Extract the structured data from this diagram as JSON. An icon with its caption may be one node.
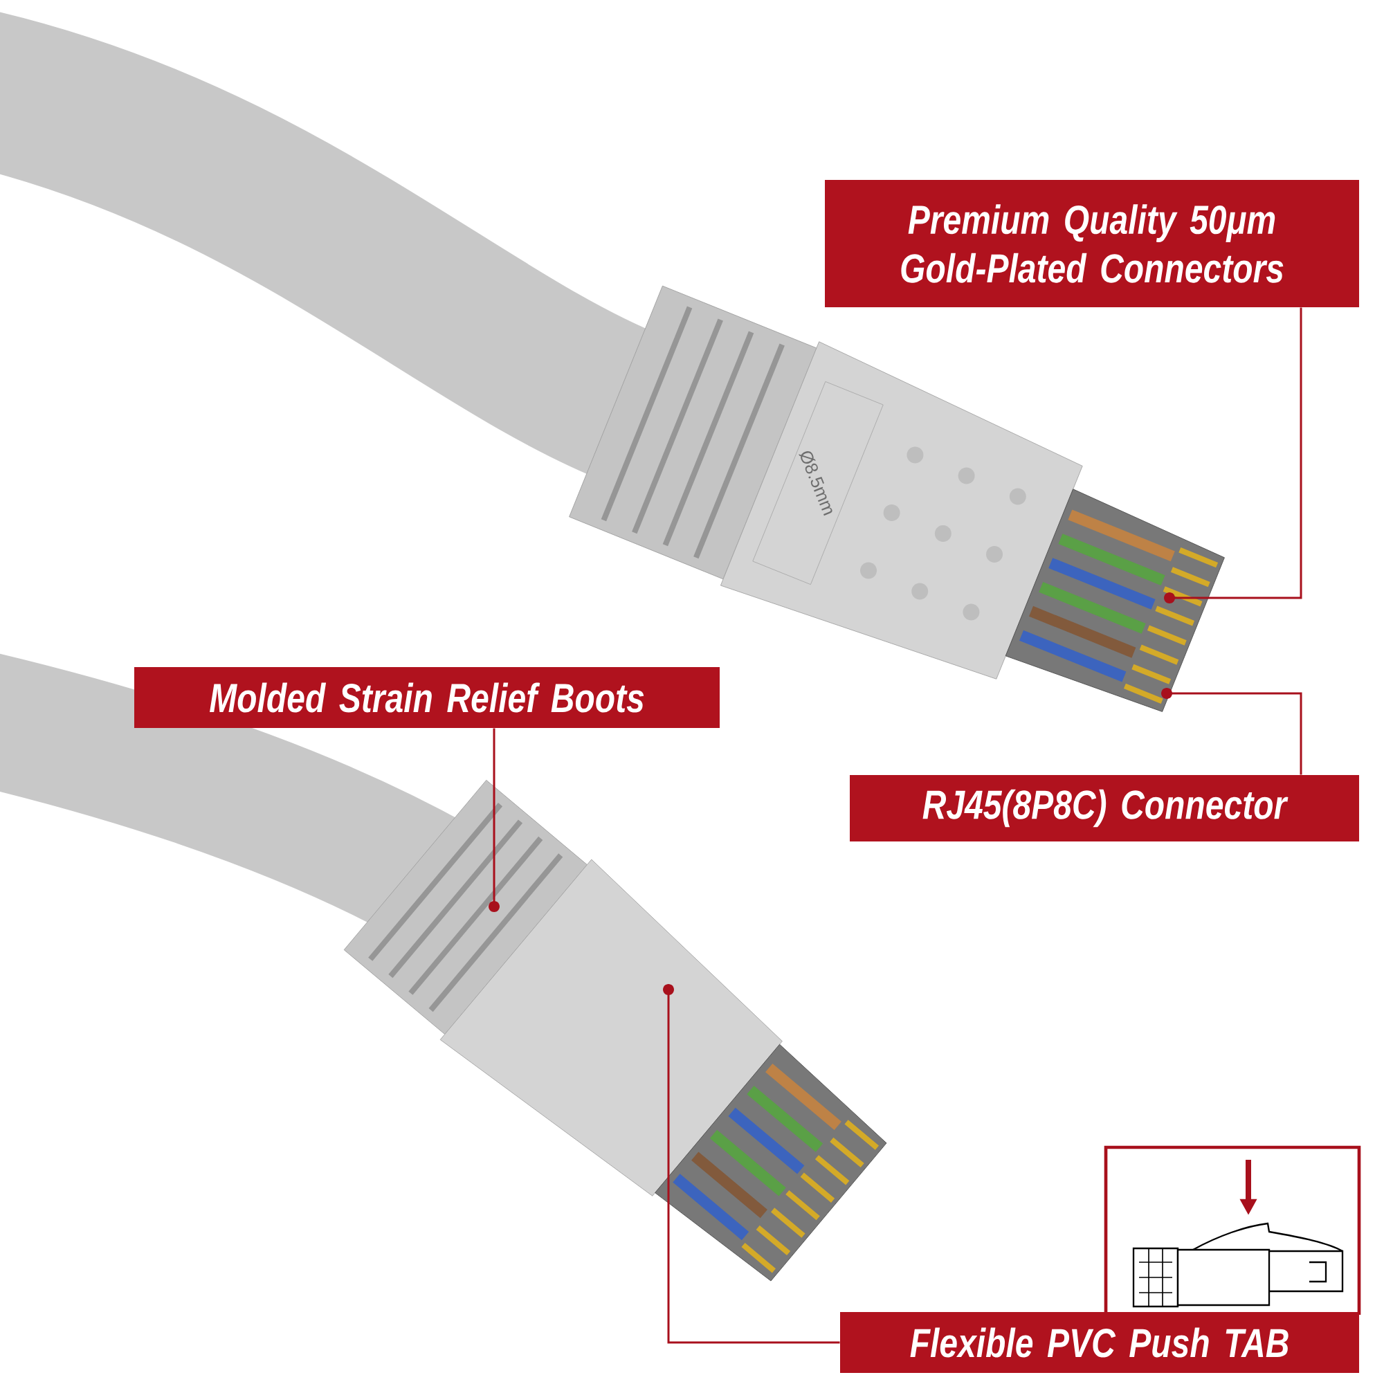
{
  "diagram": {
    "nodes": [
      {
        "text": [
          "Premium Quality 50μm Gold-Plated Connectors"
        ]
      },
      {
        "text": [
          "Molded Strain Relief Boots"
        ]
      },
      {
        "text": [
          "RJ45(8P8C) Connector"
        ]
      },
      {
        "text": [
          "Flexible PVC Push TAB"
        ]
      }
    ],
    "edges": [
      {
        "from": 0,
        "to": null,
        "arrow": "other"
      },
      {
        "from": 2,
        "to": null,
        "arrow": "other"
      },
      {
        "from": 1,
        "to": null,
        "arrow": "other"
      },
      {
        "from": 3,
        "to": null,
        "arrow": "other"
      }
    ],
    "labels": [
      "Ø8.5mm"
    ]
  }
}
